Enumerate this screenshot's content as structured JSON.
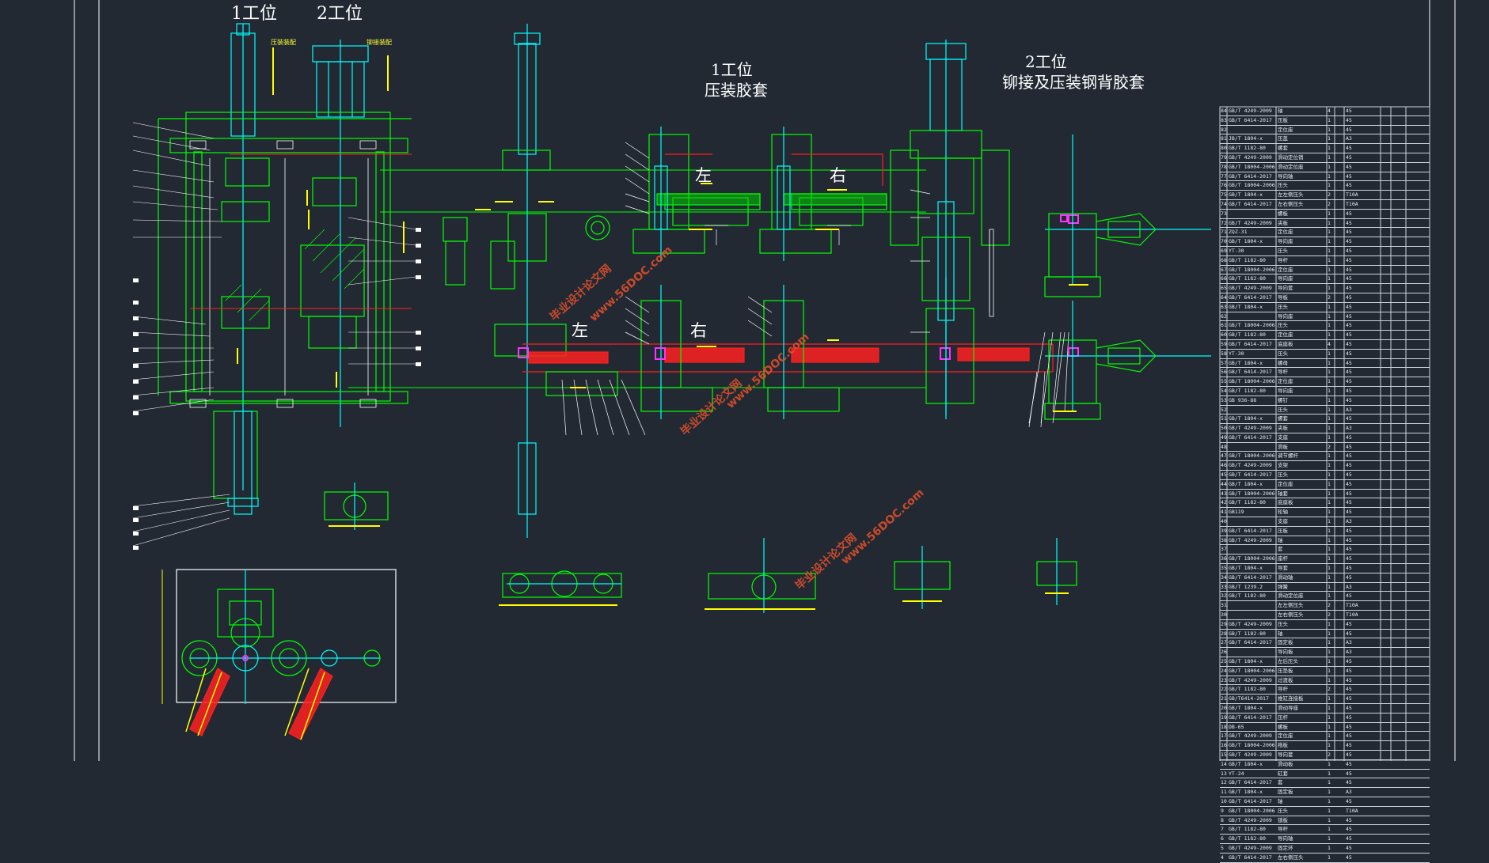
{
  "titles": {
    "station1_top": "1工位",
    "station2_top": "2工位",
    "station1_title_line1": "1工位",
    "station1_title_line2": "压装胶套",
    "station2_title_line1": "2工位",
    "station2_title_line2": "铆接及压装钢背胶套"
  },
  "side_labels": {
    "upper_left": "左",
    "upper_right": "右",
    "lower_left": "左",
    "lower_right": "右"
  },
  "small_notes": {
    "note_a": "压装装配",
    "note_b": "铆接装配"
  },
  "watermarks": {
    "cn": "毕业设计论文网",
    "url": "www.56DOC.com"
  },
  "colors": {
    "background": "#222933",
    "green": "#00ff00",
    "cyan": "#00ffff",
    "yellow": "#ffff00",
    "red": "#ff2020",
    "white": "#ffffff",
    "magenta": "#ff33ff"
  },
  "bom": {
    "rows": [
      {
        "no": "84",
        "std": "GB/T 4249-2009",
        "name": "轴",
        "qty": "4",
        "mat": "45",
        "note": ""
      },
      {
        "no": "83",
        "std": "GB/T 6414-2017",
        "name": "压板",
        "qty": "1",
        "mat": "45",
        "note": ""
      },
      {
        "no": "82",
        "std": "",
        "name": "定位座",
        "qty": "1",
        "mat": "45",
        "note": ""
      },
      {
        "no": "81",
        "std": "JB/T 1804-x",
        "name": "压盖",
        "qty": "1",
        "mat": "A3",
        "note": ""
      },
      {
        "no": "80",
        "std": "GB/T 1182-80",
        "name": "螺套",
        "qty": "1",
        "mat": "45",
        "note": ""
      },
      {
        "no": "79",
        "std": "GB/T 4249-2009",
        "name": "滑动定位销",
        "qty": "1",
        "mat": "45",
        "note": ""
      },
      {
        "no": "78",
        "std": "GB/T 18004-2006",
        "name": "滑动定位座",
        "qty": "1",
        "mat": "45",
        "note": ""
      },
      {
        "no": "77",
        "std": "GB/T 6414-2017",
        "name": "导向轴",
        "qty": "1",
        "mat": "45",
        "note": ""
      },
      {
        "no": "76",
        "std": "GB/T 18004-2006",
        "name": "压头",
        "qty": "1",
        "mat": "45",
        "note": ""
      },
      {
        "no": "75",
        "std": "GB/T 1804-x",
        "name": "左左侧压头",
        "qty": "2",
        "mat": "T10A",
        "note": ""
      },
      {
        "no": "74",
        "std": "GB/T 6414-2017",
        "name": "左右侧压头",
        "qty": "2",
        "mat": "T10A",
        "note": ""
      },
      {
        "no": "73",
        "std": "",
        "name": "螺板",
        "qty": "1",
        "mat": "45",
        "note": ""
      },
      {
        "no": "72",
        "std": "GB/T 4249-2009",
        "name": "夹板",
        "qty": "1",
        "mat": "45",
        "note": ""
      },
      {
        "no": "71",
        "std": "ZQZ-31",
        "name": "定位座",
        "qty": "1",
        "mat": "45",
        "note": ""
      },
      {
        "no": "70",
        "std": "GB/T 1804-x",
        "name": "导向座",
        "qty": "1",
        "mat": "45",
        "note": ""
      },
      {
        "no": "69",
        "std": "YT-30",
        "name": "压头",
        "qty": "1",
        "mat": "45",
        "note": ""
      },
      {
        "no": "68",
        "std": "GB/T 1182-80",
        "name": "导杆",
        "qty": "1",
        "mat": "45",
        "note": ""
      },
      {
        "no": "67",
        "std": "GB/T 18004-2006",
        "name": "定位座",
        "qty": "1",
        "mat": "45",
        "note": ""
      },
      {
        "no": "66",
        "std": "GB/T 1182-80",
        "name": "导向座",
        "qty": "1",
        "mat": "45",
        "note": ""
      },
      {
        "no": "65",
        "std": "GB/T 4249-2009",
        "name": "导向套",
        "qty": "1",
        "mat": "45",
        "note": ""
      },
      {
        "no": "64",
        "std": "GB/T 6414-2017",
        "name": "导板",
        "qty": "2",
        "mat": "45",
        "note": ""
      },
      {
        "no": "63",
        "std": "GB/T 1804-x",
        "name": "压头",
        "qty": "1",
        "mat": "45",
        "note": ""
      },
      {
        "no": "62",
        "std": "",
        "name": "导向座",
        "qty": "1",
        "mat": "45",
        "note": ""
      },
      {
        "no": "61",
        "std": "GB/T 18004-2006",
        "name": "压头",
        "qty": "1",
        "mat": "45",
        "note": ""
      },
      {
        "no": "60",
        "std": "GB/T 1182-80",
        "name": "定位座",
        "qty": "1",
        "mat": "45",
        "note": ""
      },
      {
        "no": "59",
        "std": "GB/T 6414-2017",
        "name": "底座板",
        "qty": "4",
        "mat": "45",
        "note": ""
      },
      {
        "no": "58",
        "std": "YT-30",
        "name": "压头",
        "qty": "1",
        "mat": "45",
        "note": ""
      },
      {
        "no": "57",
        "std": "GB/T 1804-x",
        "name": "螺母",
        "qty": "1",
        "mat": "45",
        "note": ""
      },
      {
        "no": "56",
        "std": "GB/T 6414-2017",
        "name": "导杆",
        "qty": "1",
        "mat": "45",
        "note": ""
      },
      {
        "no": "55",
        "std": "GB/T 18004-2006",
        "name": "定位座",
        "qty": "1",
        "mat": "45",
        "note": ""
      },
      {
        "no": "54",
        "std": "GB/T 1182-80",
        "name": "导向座",
        "qty": "1",
        "mat": "45",
        "note": ""
      },
      {
        "no": "53",
        "std": "GB 936-88",
        "name": "螺钉",
        "qty": "1",
        "mat": "45",
        "note": ""
      },
      {
        "no": "52",
        "std": "",
        "name": "压头",
        "qty": "1",
        "mat": "A3",
        "note": ""
      },
      {
        "no": "51",
        "std": "GB/T 1804-x",
        "name": "螺套",
        "qty": "1",
        "mat": "45",
        "note": ""
      },
      {
        "no": "50",
        "std": "GB/T 4249-2009",
        "name": "夹板",
        "qty": "1",
        "mat": "A3",
        "note": ""
      },
      {
        "no": "49",
        "std": "GB/T 6414-2017",
        "name": "支座",
        "qty": "1",
        "mat": "45",
        "note": ""
      },
      {
        "no": "48",
        "std": "",
        "name": "滑板",
        "qty": "2",
        "mat": "45",
        "note": ""
      },
      {
        "no": "47",
        "std": "GB/T 18004-2006",
        "name": "调节螺杆",
        "qty": "1",
        "mat": "45",
        "note": ""
      },
      {
        "no": "46",
        "std": "GB/T 4249-2009",
        "name": "支架",
        "qty": "1",
        "mat": "45",
        "note": ""
      },
      {
        "no": "45",
        "std": "GB/T 6414-2017",
        "name": "压头",
        "qty": "1",
        "mat": "45",
        "note": ""
      },
      {
        "no": "44",
        "std": "GB/T 1804-x",
        "name": "定位座",
        "qty": "1",
        "mat": "45",
        "note": ""
      },
      {
        "no": "43",
        "std": "GB/T 18004-2006",
        "name": "轴套",
        "qty": "1",
        "mat": "45",
        "note": ""
      },
      {
        "no": "42",
        "std": "GB/T 1182-80",
        "name": "底座板",
        "qty": "1",
        "mat": "45",
        "note": ""
      },
      {
        "no": "41",
        "std": "GB119",
        "name": "轮轴",
        "qty": "1",
        "mat": "45",
        "note": ""
      },
      {
        "no": "40",
        "std": "",
        "name": "支座",
        "qty": "1",
        "mat": "A3",
        "note": ""
      },
      {
        "no": "39",
        "std": "GB/T 6414-2017",
        "name": "压板",
        "qty": "1",
        "mat": "45",
        "note": ""
      },
      {
        "no": "38",
        "std": "GB/T 4249-2009",
        "name": "轴",
        "qty": "1",
        "mat": "45",
        "note": ""
      },
      {
        "no": "37",
        "std": "",
        "name": "套",
        "qty": "1",
        "mat": "45",
        "note": ""
      },
      {
        "no": "36",
        "std": "GB/T 18004-2006",
        "name": "座杆",
        "qty": "1",
        "mat": "45",
        "note": ""
      },
      {
        "no": "35",
        "std": "GB/T 1804-x",
        "name": "导套",
        "qty": "1",
        "mat": "45",
        "note": ""
      },
      {
        "no": "34",
        "std": "GB/T 6414-2017",
        "name": "滑动轴",
        "qty": "1",
        "mat": "45",
        "note": ""
      },
      {
        "no": "33",
        "std": "GB/T 1239.2",
        "name": "弹簧",
        "qty": "1",
        "mat": "A3",
        "note": ""
      },
      {
        "no": "32",
        "std": "GB/T 1182-80",
        "name": "滑动定位座",
        "qty": "1",
        "mat": "45",
        "note": ""
      },
      {
        "no": "31",
        "std": "",
        "name": "左左侧压头",
        "qty": "2",
        "mat": "T10A",
        "note": ""
      },
      {
        "no": "30",
        "std": "",
        "name": "左右侧压头",
        "qty": "2",
        "mat": "T10A",
        "note": ""
      },
      {
        "no": "29",
        "std": "GB/T 4249-2009",
        "name": "压头",
        "qty": "1",
        "mat": "45",
        "note": ""
      },
      {
        "no": "28",
        "std": "GB/T 1182-80",
        "name": "轴",
        "qty": "1",
        "mat": "45",
        "note": ""
      },
      {
        "no": "27",
        "std": "GB/T 6414-2017",
        "name": "固定板",
        "qty": "1",
        "mat": "A3",
        "note": ""
      },
      {
        "no": "26",
        "std": "",
        "name": "导向板",
        "qty": "1",
        "mat": "A3",
        "note": ""
      },
      {
        "no": "25",
        "std": "GB/T 1804-x",
        "name": "左后压头",
        "qty": "1",
        "mat": "45",
        "note": ""
      },
      {
        "no": "24",
        "std": "GB/T 18004-2006",
        "name": "压垫板",
        "qty": "1",
        "mat": "45",
        "note": ""
      },
      {
        "no": "23",
        "std": "GB/T 4249-2009",
        "name": "过渡板",
        "qty": "1",
        "mat": "45",
        "note": ""
      },
      {
        "no": "22",
        "std": "GB/T 1182-80",
        "name": "导杆",
        "qty": "2",
        "mat": "45",
        "note": ""
      },
      {
        "no": "21",
        "std": "GB/T6414-2017",
        "name": "推缸连接板",
        "qty": "1",
        "mat": "45",
        "note": ""
      },
      {
        "no": "20",
        "std": "GB/T 1804-x",
        "name": "滑动导座",
        "qty": "1",
        "mat": "45",
        "note": ""
      },
      {
        "no": "19",
        "std": "GB/T 6414-2017",
        "name": "压杆",
        "qty": "1",
        "mat": "45",
        "note": ""
      },
      {
        "no": "18",
        "std": "DB-65",
        "name": "螺板",
        "qty": "1",
        "mat": "45",
        "note": ""
      },
      {
        "no": "17",
        "std": "GB/T 4249-2009",
        "name": "定位座",
        "qty": "1",
        "mat": "45",
        "note": ""
      },
      {
        "no": "16",
        "std": "GB/T 18004-2006",
        "name": "拖板",
        "qty": "1",
        "mat": "45",
        "note": ""
      },
      {
        "no": "15",
        "std": "GB/T 4249-2009",
        "name": "导向套",
        "qty": "2",
        "mat": "45",
        "note": ""
      },
      {
        "no": "14",
        "std": "GB/T 1804-x",
        "name": "滑动板",
        "qty": "1",
        "mat": "45",
        "note": ""
      },
      {
        "no": "13",
        "std": "YT-24",
        "name": "缸套",
        "qty": "1",
        "mat": "45",
        "note": ""
      },
      {
        "no": "12",
        "std": "GB/T 6414-2017",
        "name": "套",
        "qty": "1",
        "mat": "45",
        "note": ""
      },
      {
        "no": "11",
        "std": "GB/T 1804-x",
        "name": "固定板",
        "qty": "1",
        "mat": "A3",
        "note": ""
      },
      {
        "no": "10",
        "std": "GB/T 6414-2017",
        "name": "轴",
        "qty": "1",
        "mat": "45",
        "note": ""
      },
      {
        "no": "9",
        "std": "GB/T 18004-2006",
        "name": "压头",
        "qty": "1",
        "mat": "T10A",
        "note": ""
      },
      {
        "no": "8",
        "std": "GB/T 4249-2009",
        "name": "锁板",
        "qty": "1",
        "mat": "45",
        "note": ""
      },
      {
        "no": "7",
        "std": "GB/T 1182-80",
        "name": "导杆",
        "qty": "1",
        "mat": "45",
        "note": ""
      },
      {
        "no": "6",
        "std": "GB/T 1182-80",
        "name": "导向轴",
        "qty": "1",
        "mat": "45",
        "note": ""
      },
      {
        "no": "5",
        "std": "GB/T 4249-2009",
        "name": "固定环",
        "qty": "1",
        "mat": "45",
        "note": ""
      },
      {
        "no": "4",
        "std": "GB/T 6414-2017",
        "name": "左右侧压头",
        "qty": "1",
        "mat": "45",
        "note": ""
      }
    ]
  }
}
